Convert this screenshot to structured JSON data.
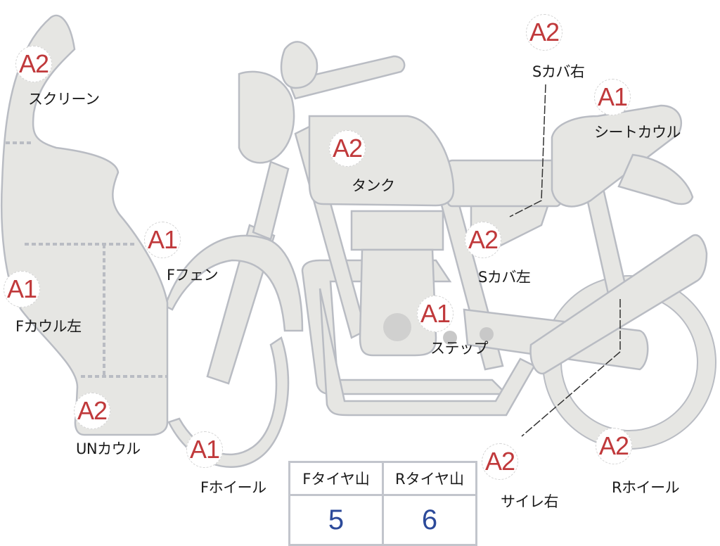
{
  "parts": [
    {
      "grade": "A2",
      "label": "スクリーン"
    },
    {
      "grade": "A2",
      "label": "Sカバ右"
    },
    {
      "grade": "A1",
      "label": "シートカウル"
    },
    {
      "grade": "A2",
      "label": "タンク"
    },
    {
      "grade": "A1",
      "label": "Fフェン"
    },
    {
      "grade": "A2",
      "label": "Sカバ左"
    },
    {
      "grade": "A1",
      "label": "Fカウル左"
    },
    {
      "grade": "A1",
      "label": "ステップ"
    },
    {
      "grade": "A2",
      "label": "UNカウル"
    },
    {
      "grade": "A1",
      "label": "Fホイール"
    },
    {
      "grade": "A2",
      "label": "サイレ右"
    },
    {
      "grade": "A2",
      "label": "Rホイール"
    }
  ],
  "tread": {
    "front_label": "Fタイヤ山",
    "front_value": "5",
    "rear_label": "Rタイヤ山",
    "rear_value": "6"
  },
  "colors": {
    "grade": "#c0393b",
    "value": "#2c4a9a",
    "part_fill": "#e6e6e3"
  }
}
